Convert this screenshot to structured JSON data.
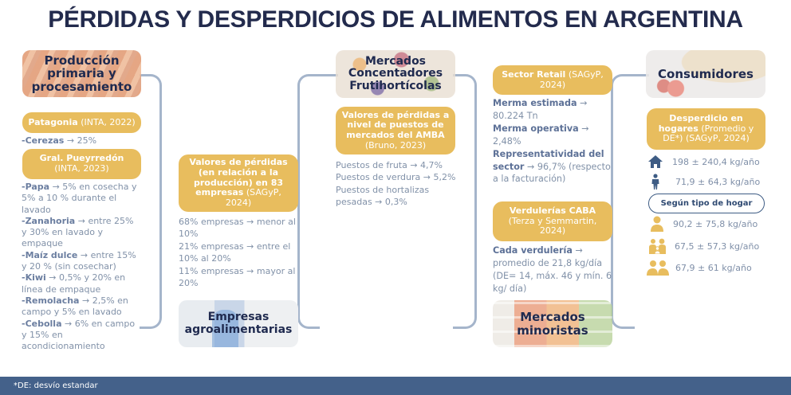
{
  "title": "PÉRDIDAS Y DESPERDICIOS DE ALIMENTOS EN ARGENTINA",
  "colors": {
    "title": "#232b4d",
    "gold": "#e8bd5e",
    "connector": "#a5b5cb",
    "footer_bg": "#44618a",
    "body_text": "#8191a8",
    "icon_blue": "#3e5c84"
  },
  "stages": {
    "produccion": {
      "label": "Producción primaria y procesamiento",
      "boxes": [
        {
          "title": "Patagonia",
          "source": "(INTA, 2022)"
        },
        {
          "title": "Gral. Pueyrredón",
          "source": "(INTA, 2023)"
        }
      ],
      "patagonia_items": [
        {
          "name": "-Cerezas",
          "value": "→ 25%"
        }
      ],
      "pueyrredon_items": [
        {
          "name": "-Papa",
          "value": "→ 5% en cosecha y 5% a 10 % durante el lavado"
        },
        {
          "name": "-Zanahoria",
          "value": "→ entre 25% y 30% en lavado y empaque"
        },
        {
          "name": "-Maíz dulce",
          "value": "→ entre 15% y 20 % (sin cosechar)"
        },
        {
          "name": "-Kiwi",
          "value": "→ 0,5% y 20% en línea de empaque"
        },
        {
          "name": "-Remolacha",
          "value": "→ 2,5% en campo y 5% en lavado"
        },
        {
          "name": "-Cebolla",
          "value": "→ 6% en campo y 15% en acondicionamiento"
        }
      ]
    },
    "empresas": {
      "label": "Empresas agroalimentarias",
      "box": {
        "title": "Valores de pérdidas (en relación a la producción) en 83 empresas",
        "source": "(SAGyP, 2024)"
      },
      "items": [
        "68% empresas → menor al 10%",
        "21%  empresas →  entre el 10% al 20%",
        "11% empresas → mayor al 20%"
      ]
    },
    "mercados_concentradores": {
      "label": "Mercados Concentadores Frutihortícolas",
      "box": {
        "title": "Valores de pérdidas a nivel de puestos de mercados del AMBA",
        "source": "(Bruno, 2023)"
      },
      "items": [
        "Puestos de fruta → 4,7%",
        "Puestos de verdura → 5,2%",
        "Puestos de hortalizas pesadas → 0,3%"
      ]
    },
    "mercados_minoristas": {
      "label": "Mercados minoristas",
      "retail_box": {
        "title": "Sector Retail",
        "source": "(SAGyP, 2024)"
      },
      "retail_items": [
        {
          "name": "Merma estimada",
          "value": "→ 80.224 Tn"
        },
        {
          "name": "Merma operativa",
          "value": "→ 2,48%"
        },
        {
          "name": "Representatividad del sector",
          "value": "→ 96,7% (respecto a la facturación)"
        }
      ],
      "verdulerias_box": {
        "title": "Verdulerías CABA",
        "source": "(Terza y Semmartin, 2024)"
      },
      "verdulerias_items": [
        {
          "name": "Cada verdulería",
          "value": "→ promedio de 21,8 kg/día (DE= 14, máx. 46 y mín. 6 kg/ día)"
        }
      ]
    },
    "consumidores": {
      "label": "Consumidores",
      "box": {
        "title": "Desperdicio en hogares",
        "source": "(Promedio y DE*) (SAGyP, 2024)"
      },
      "stats": [
        {
          "icon": "house-icon",
          "value": "198 ± 240,4 kg/año"
        },
        {
          "icon": "person-icon",
          "value": "71,9 ± 64,3 kg/año"
        }
      ],
      "household_type_label": "Según tipo de hogar",
      "household_stats": [
        {
          "icon": "single-person-icon",
          "value": "90,2 ± 75,8 kg/año"
        },
        {
          "icon": "family-icon",
          "value": "67,5 ± 57,3 kg/año"
        },
        {
          "icon": "couple-icon",
          "value": "67,9 ± 61 kg/año"
        }
      ]
    }
  },
  "footer": {
    "note": "*DE: desvío estandar"
  }
}
